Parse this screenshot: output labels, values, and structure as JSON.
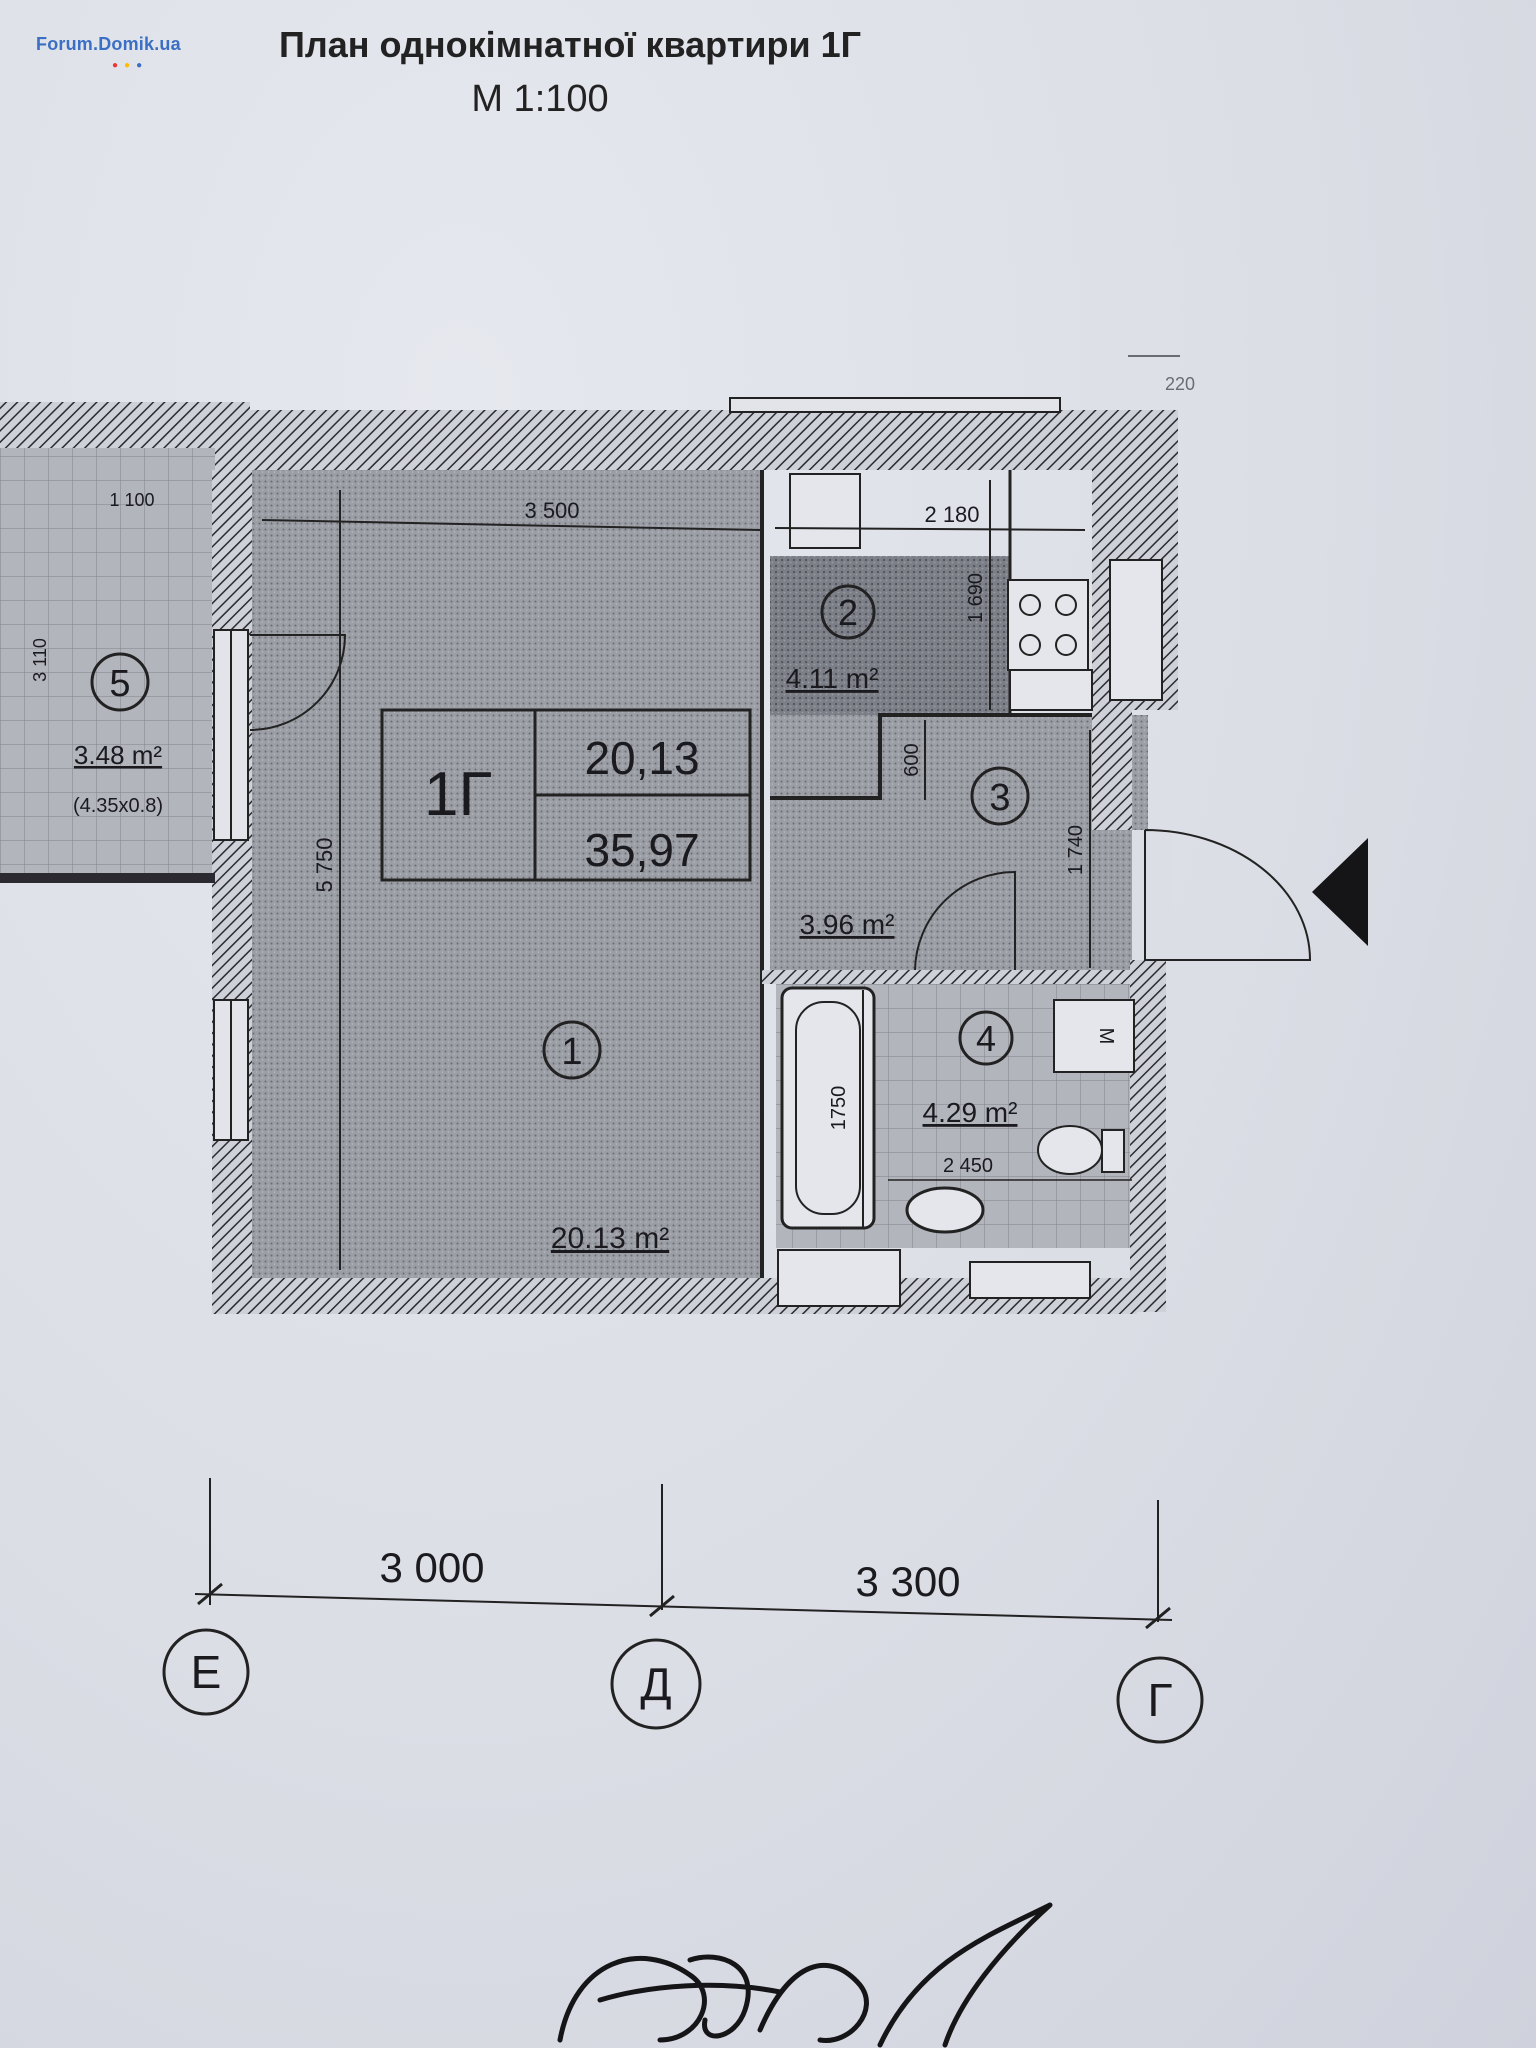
{
  "header": {
    "watermark": "Forum.Domik.ua",
    "title": "План однокімнатної квартири 1Г",
    "scale": "М 1:100"
  },
  "apartment": {
    "code": "1Г",
    "living_area": "20,13",
    "total_area": "35,97"
  },
  "rooms": [
    {
      "number": "1",
      "area": "20.13 m²"
    },
    {
      "number": "2",
      "area": "4.11 m²"
    },
    {
      "number": "3",
      "area": "3.96 m²"
    },
    {
      "number": "4",
      "area": "4.29 m²"
    },
    {
      "number": "5",
      "area": "3.48 m²",
      "size_note": "(4.35x0.8)"
    }
  ],
  "dimensions": {
    "room1_width": "3 500",
    "room1_height": "5 750",
    "kitchen_width": "2 180",
    "kitchen_depth": "1 690",
    "hall_niche": "600",
    "hall_depth": "1 740",
    "bath_length": "1750",
    "bathroom_width": "2 450",
    "balcony_length": "3 110",
    "balcony_width": "1 100"
  },
  "washer_label": "М",
  "annotation_top_right": "220",
  "axes": {
    "spans": [
      "3 000",
      "3 300"
    ],
    "labels": [
      "Е",
      "Д",
      "Г"
    ]
  }
}
